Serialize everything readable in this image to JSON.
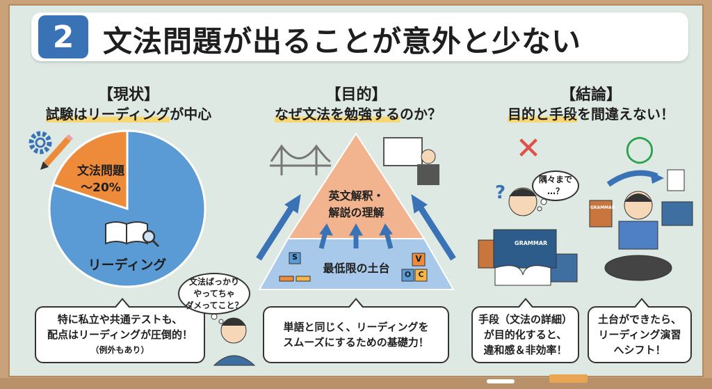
{
  "header": {
    "number": "2",
    "title": "文法問題が出ることが意外と少ない"
  },
  "sections": [
    {
      "heading": "【現状】",
      "subheading_highlight": "試験はリーディング",
      "subheading_rest": "が中心",
      "bubble": {
        "line1": "特に私立や共通テストも、",
        "line2": "配点はリーディングが圧倒的！",
        "note": "（例外もあり）"
      },
      "thought": {
        "line1": "文法ばっかり",
        "line2": "やってちゃ",
        "line3": "ダメってこと？"
      }
    },
    {
      "heading": "【目的】",
      "subheading_highlight": "なぜ文法を勉強する",
      "subheading_rest": "のか？",
      "pyramid": {
        "top_line1": "英文解釈・",
        "top_line2": "解説の理解",
        "bottom": "最低限の土台",
        "blocks": [
          "S",
          "V",
          "O",
          "C"
        ]
      },
      "bubble": {
        "line1": "単語と同じく、リーディングを",
        "line2": "スムーズにするための基礎力！"
      }
    },
    {
      "heading": "【結論】",
      "subheading_highlight": "目的と手段",
      "subheading_rest": "を間違えない！",
      "bad": {
        "mark": "✕",
        "thought_line1": "隅々まで",
        "thought_line2": "…？",
        "book": "GRAMMAR",
        "bubble": {
          "line1": "手段（文法の詳細）",
          "line2": "が目的化すると、",
          "line3": "違和感＆非効率！"
        }
      },
      "good": {
        "mark": "○",
        "book": "GRAMMAR",
        "bubble": {
          "line1": "土台ができたら、",
          "line2": "リーディング演習",
          "line3": "へシフト！"
        }
      }
    }
  ],
  "chart_data": {
    "type": "pie",
    "title": "試験はリーディングが中心",
    "slices": [
      {
        "label": "文法問題",
        "value_label": "〜20%",
        "value": 20,
        "color": "#ee8b3a"
      },
      {
        "label": "リーディング",
        "value": 80,
        "color": "#5b9bd5"
      }
    ]
  },
  "colors": {
    "accent": "#3a73b5",
    "highlight": "#f7d774",
    "orange": "#ee8b3a",
    "blue": "#5b9bd5",
    "board": "#dfe9e3"
  }
}
